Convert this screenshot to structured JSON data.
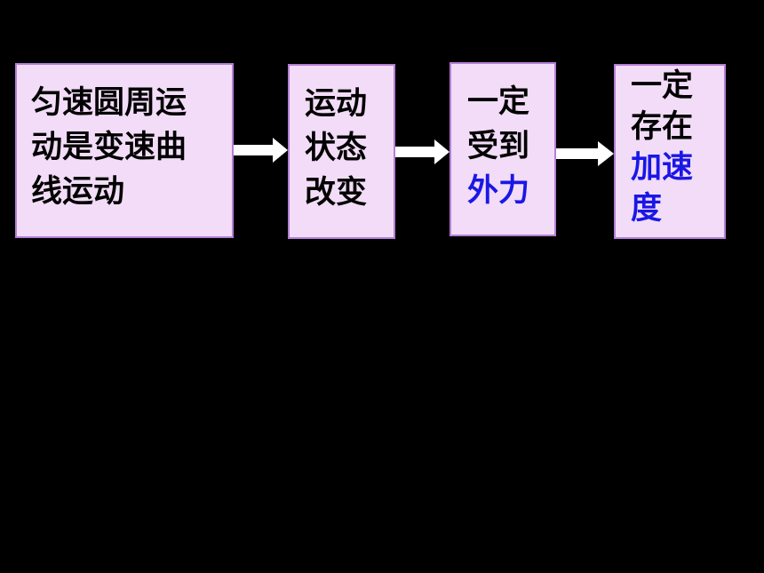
{
  "flow": {
    "steps": [
      {
        "lines": [
          "匀速圆周运",
          "动是变速曲",
          "线运动"
        ]
      },
      {
        "lines": [
          "运动",
          "状态",
          "改变"
        ]
      },
      {
        "lines": [
          "一定",
          "受到"
        ],
        "highlight": [
          "外力"
        ]
      },
      {
        "lines": [
          "一定",
          "存在"
        ],
        "highlight": [
          "加速",
          "度"
        ]
      }
    ]
  },
  "colors": {
    "background": "#000000",
    "box_fill": "#f2dcf7",
    "box_border": "#b47fd6",
    "text": "#000000",
    "highlight": "#1a17e6",
    "arrow": "#ffffff"
  },
  "icons": {
    "connector": "arrow-right-icon"
  }
}
